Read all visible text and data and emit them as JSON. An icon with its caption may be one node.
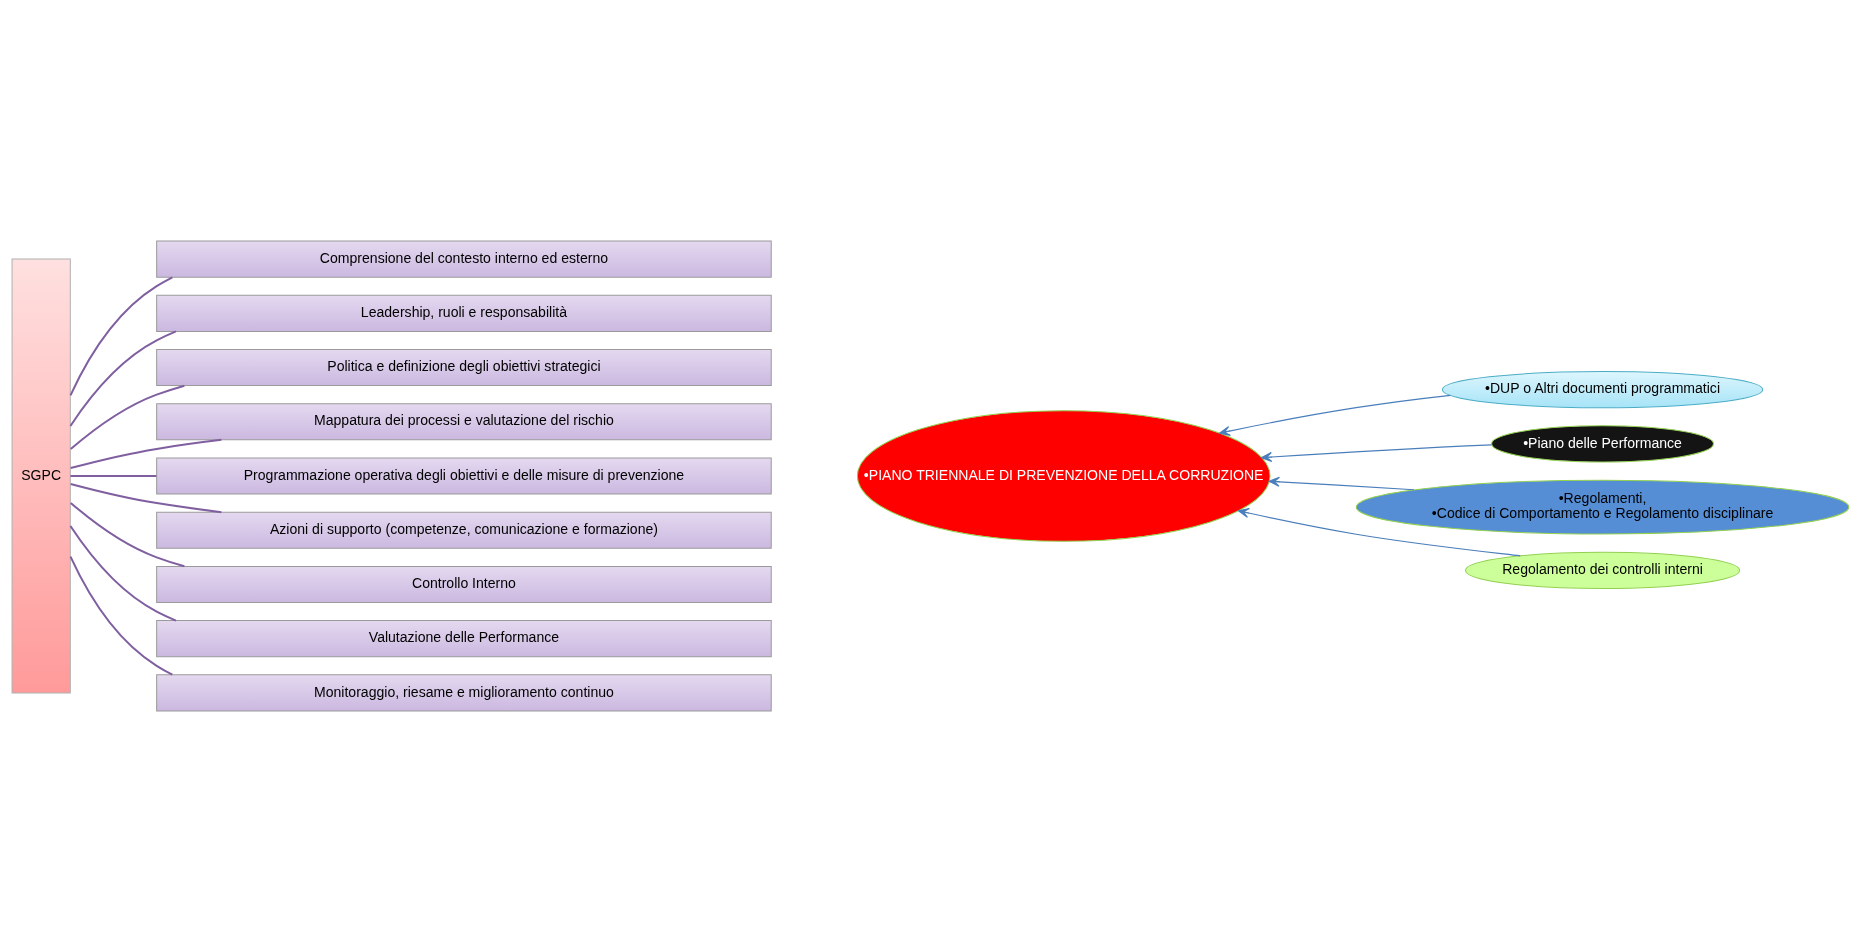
{
  "diagram": {
    "nodes": [
      {
        "text": [
          "SGPC"
        ]
      },
      {
        "text": [
          "Comprensione del contesto interno ed esterno"
        ]
      },
      {
        "text": [
          "Leadership, ruoli e responsabilità"
        ]
      },
      {
        "text": [
          "Politica e definizione degli obiettivi strategici"
        ]
      },
      {
        "text": [
          "Mappatura dei processi e valutazione del rischio"
        ]
      },
      {
        "text": [
          "Programmazione operativa degli obiettivi e delle misure di prevenzione"
        ]
      },
      {
        "text": [
          "Azioni di supporto (competenze, comunicazione e formazione)"
        ]
      },
      {
        "text": [
          "Controllo Interno"
        ]
      },
      {
        "text": [
          "Valutazione delle Performance"
        ]
      },
      {
        "text": [
          "Monitoraggio, riesame e miglioramento continuo"
        ]
      },
      {
        "text": [
          "•DUP o Altri documenti programmatici"
        ]
      },
      {
        "text": [
          "•PIANO TRIENNALE DI PREVENZIONE DELLA CORRUZIONE"
        ]
      },
      {
        "text": [
          "•Piano delle Performance"
        ]
      },
      {
        "text": [
          "•Regolamenti,",
          "•Codice di Comportamento e Regolamento disciplinare"
        ]
      },
      {
        "text": [
          "Regolamento dei controlli interni"
        ]
      }
    ],
    "edges": [
      {
        "from": 0,
        "to": 1,
        "arrow": "none"
      },
      {
        "from": 0,
        "to": 2,
        "arrow": "none"
      },
      {
        "from": 0,
        "to": 3,
        "arrow": "none"
      },
      {
        "from": 0,
        "to": 4,
        "arrow": "none"
      },
      {
        "from": 0,
        "to": 5,
        "arrow": "none"
      },
      {
        "from": 0,
        "to": 6,
        "arrow": "none"
      },
      {
        "from": 0,
        "to": 7,
        "arrow": "none"
      },
      {
        "from": 0,
        "to": 8,
        "arrow": "none"
      },
      {
        "from": 0,
        "to": 9,
        "arrow": "none"
      },
      {
        "from": 10,
        "to": 11,
        "arrow": "to",
        "color": "#4a7ebb"
      },
      {
        "from": 12,
        "to": 11,
        "arrow": "to",
        "color": "#4a7ebb"
      },
      {
        "from": 13,
        "to": 11,
        "arrow": "to",
        "color": "#4a7ebb"
      },
      {
        "from": 14,
        "to": 11,
        "arrow": "to",
        "color": "#4a7ebb"
      }
    ]
  }
}
